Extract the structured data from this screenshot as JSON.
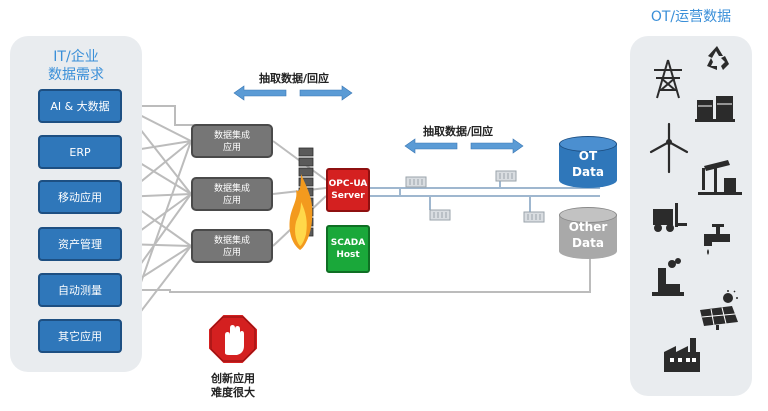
{
  "it_panel": {
    "title_line1": "IT/企业",
    "title_line2": "数据需求",
    "buttons": [
      "AI & 大数据",
      "ERP",
      "移动应用",
      "资产管理",
      "自动测量",
      "其它应用"
    ]
  },
  "integration_boxes": [
    {
      "line1": "数据集成",
      "line2": "应用"
    },
    {
      "line1": "数据集成",
      "line2": "应用"
    },
    {
      "line1": "数据集成",
      "line2": "应用"
    }
  ],
  "servers": {
    "opc": {
      "line1": "OPC-UA",
      "line2": "Server",
      "color": "#d42020"
    },
    "scada": {
      "line1": "SCADA",
      "line2": "Host",
      "color": "#1aa83a"
    }
  },
  "labels": {
    "extract_left": "抽取数据/回应",
    "extract_right": "抽取数据/回应",
    "stop_line1": "创新应用",
    "stop_line2": "难度很大"
  },
  "databases": {
    "ot": {
      "line1": "OT",
      "line2": "Data",
      "color": "#2f77ba"
    },
    "other": {
      "line1": "Other",
      "line2": "Data",
      "color": "#a9a9a9"
    }
  },
  "ot_panel": {
    "title": "OT/运营数据",
    "icons": [
      "power-tower-icon",
      "recycle-icon",
      "storage-tanks-icon",
      "wind-turbine-icon",
      "oil-pump-icon",
      "forklift-icon",
      "water-tap-icon",
      "chimney-icon",
      "solar-panel-icon",
      "factory-icon"
    ]
  },
  "colors": {
    "accent": "#3a8fd8",
    "it_button": "#2f77ba",
    "integration": "#767676",
    "arrow": "#3a8fd8"
  }
}
